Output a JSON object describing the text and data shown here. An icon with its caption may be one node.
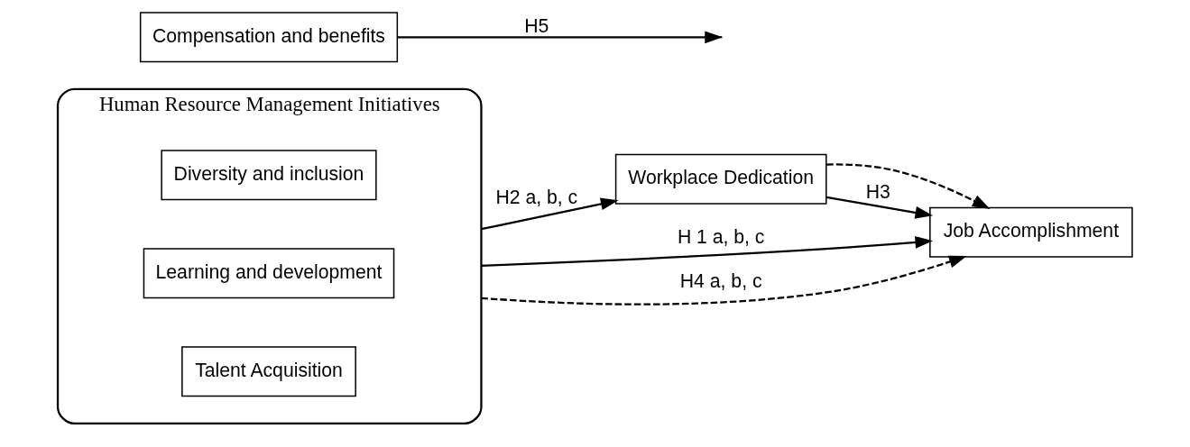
{
  "diagram": {
    "nodes": [
      {
        "text": [
          "Human Resource Management Initiatives"
        ]
      },
      {
        "text": [
          "Diversity and inclusion"
        ],
        "in": 0
      },
      {
        "text": [
          "Learning and development"
        ],
        "in": 0
      },
      {
        "text": [
          "Talent Acquisition"
        ],
        "in": 0
      },
      {
        "text": [
          "Workplace Dedication"
        ]
      },
      {
        "text": [
          "Job Accomplishment"
        ]
      },
      {
        "text": [
          "Compensation and benefits"
        ]
      }
    ],
    "edges": [
      {
        "from": 0,
        "to": 5,
        "arrow": "to",
        "label": "H 1 a, b, c"
      },
      {
        "from": 0,
        "to": 5,
        "arrow": "to",
        "label": "H4 a, b, c",
        "style": "dashed"
      },
      {
        "from": 4,
        "to": 5,
        "arrow": "to",
        "style": "dashed"
      },
      {
        "from": 0,
        "to": 4,
        "arrow": "to",
        "label": "H2 a, b, c"
      },
      {
        "from": 4,
        "to": 5,
        "arrow": "to",
        "label": "H3"
      },
      {
        "from": 6,
        "to": null,
        "arrow": "to",
        "label": "H5"
      }
    ]
  }
}
